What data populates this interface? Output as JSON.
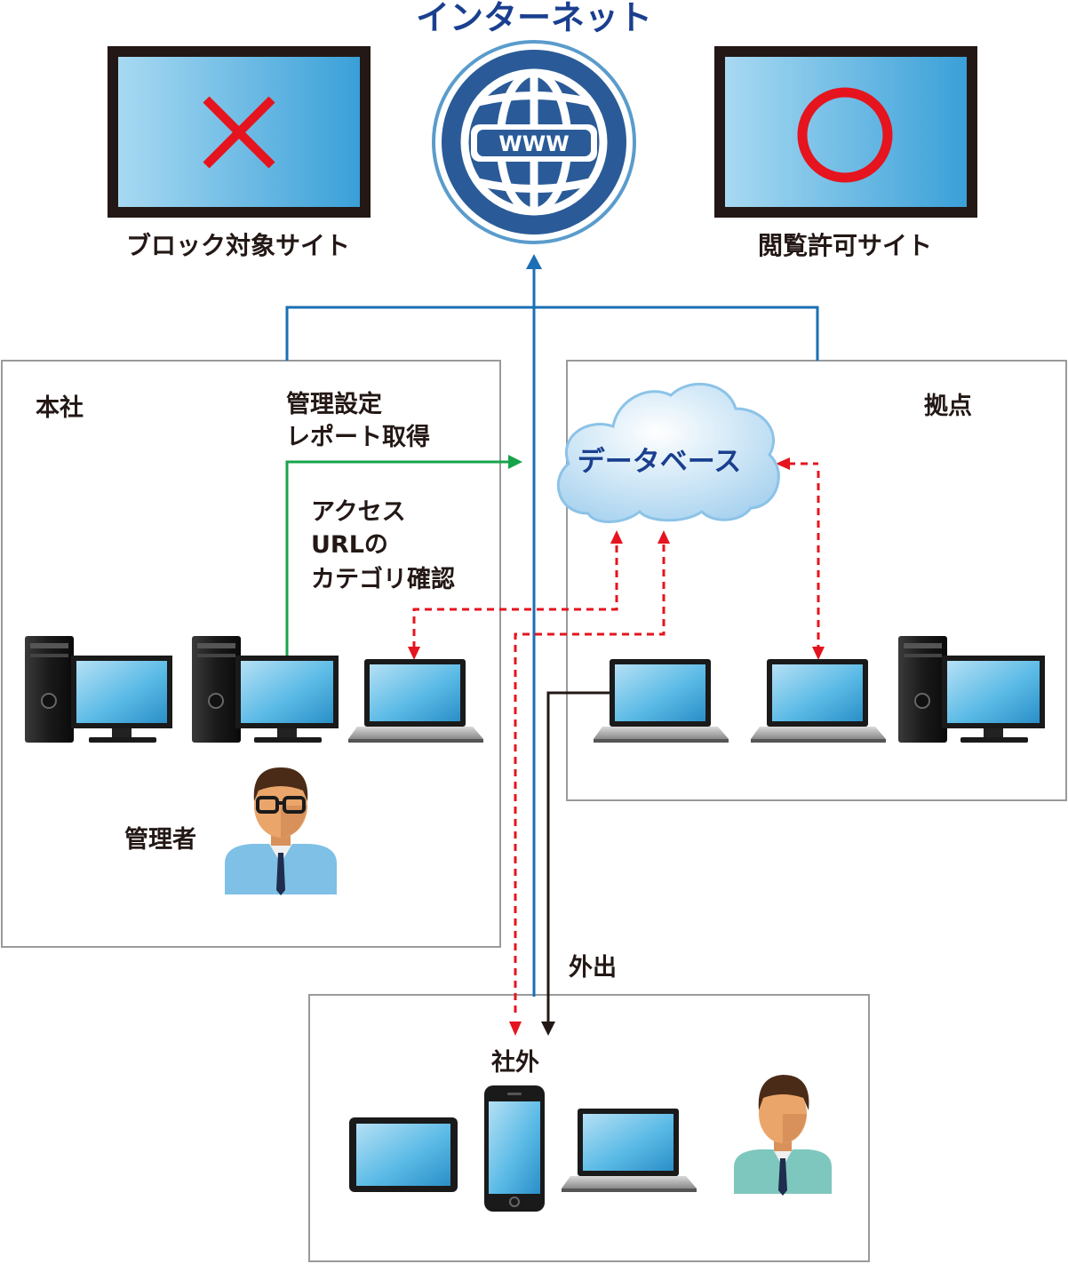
{
  "internet": {
    "title": "インターネット",
    "www": "WWW"
  },
  "sites": {
    "blocked": "ブロック対象サイト",
    "allowed": "閲覧許可サイト"
  },
  "honsha": {
    "title": "本社",
    "admin_settings": [
      "管理設定",
      "レポート取得"
    ],
    "access_check": [
      "アクセス",
      "URLの",
      "カテゴリ確認"
    ],
    "admin": "管理者"
  },
  "kyoten": {
    "title": "拠点",
    "database": "データベース"
  },
  "outside": {
    "title": "社外",
    "go_out": "外出"
  },
  "colors": {
    "blue_line": "#1a6fb5",
    "green_line": "#17a34a",
    "red_dash": "#e5141e",
    "dark_line": "#231815",
    "screen": "#4fb3e3",
    "globe": "#2a5b98"
  }
}
